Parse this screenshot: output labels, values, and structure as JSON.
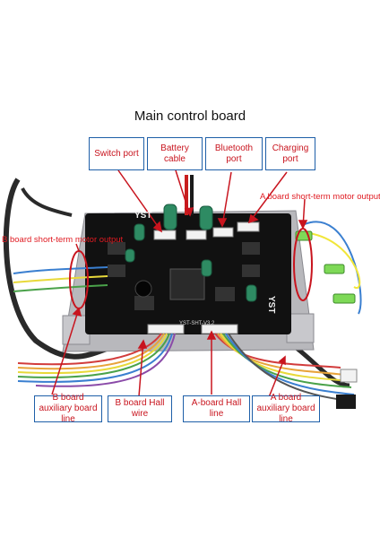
{
  "title": "Main control board",
  "top_labels": [
    {
      "id": "switch",
      "text": "Switch port"
    },
    {
      "id": "battery",
      "text": "Battery cable"
    },
    {
      "id": "bluetooth",
      "text": "Bluetooth port"
    },
    {
      "id": "charging",
      "text": "Charging port"
    }
  ],
  "side_labels": {
    "a_motor": "A board short-term motor output",
    "b_motor": "B board short-term motor output"
  },
  "bottom_labels": [
    {
      "id": "b_aux",
      "text": "B board auxiliary board line"
    },
    {
      "id": "b_hall",
      "text": "B board Hall wire"
    },
    {
      "id": "a_hall",
      "text": "A-board Hall line"
    },
    {
      "id": "a_aux",
      "text": "A board auxiliary board line"
    }
  ],
  "board_text": {
    "logo_left": "YST",
    "logo_right": "YST",
    "model": "YST-SHT-V3.2"
  },
  "colors": {
    "label_text": "#c8141e",
    "label_border": "#1e5fa8",
    "arrow": "#c8141e",
    "board": "#111111",
    "capacitor": "#2e8b63"
  }
}
